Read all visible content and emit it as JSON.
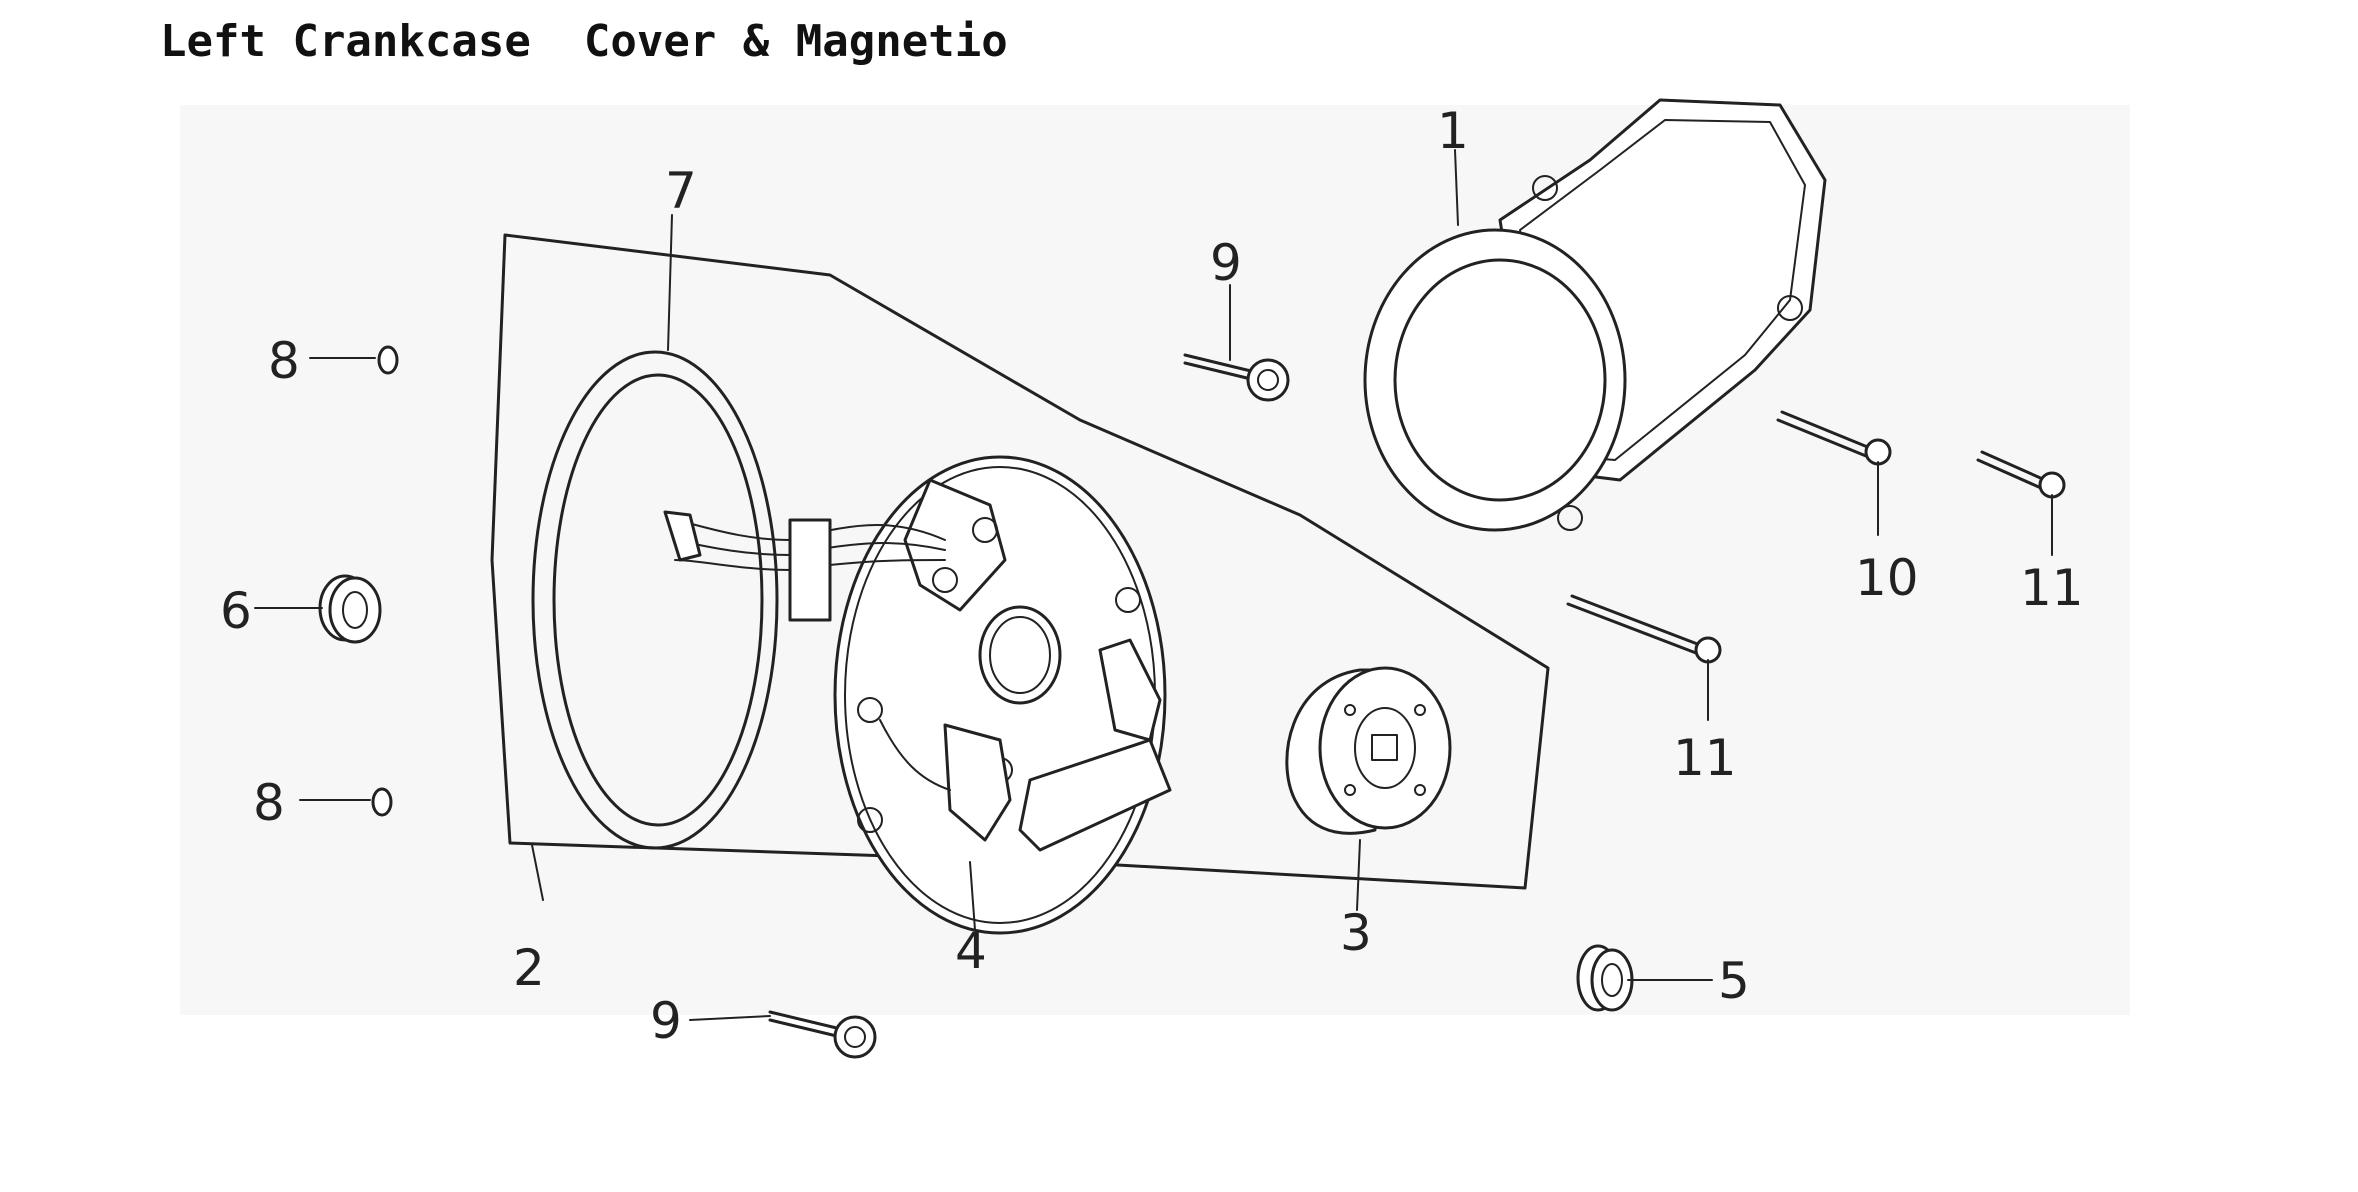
{
  "title": "Left Crankcase  Cover & Magnetio",
  "callouts": {
    "c1": "1",
    "c2": "2",
    "c3": "3",
    "c4": "4",
    "c5": "5",
    "c6": "6",
    "c7": "7",
    "c8a": "8",
    "c8b": "8",
    "c9a": "9",
    "c9b": "9",
    "c10": "10",
    "c11a": "11",
    "c11b": "11"
  }
}
